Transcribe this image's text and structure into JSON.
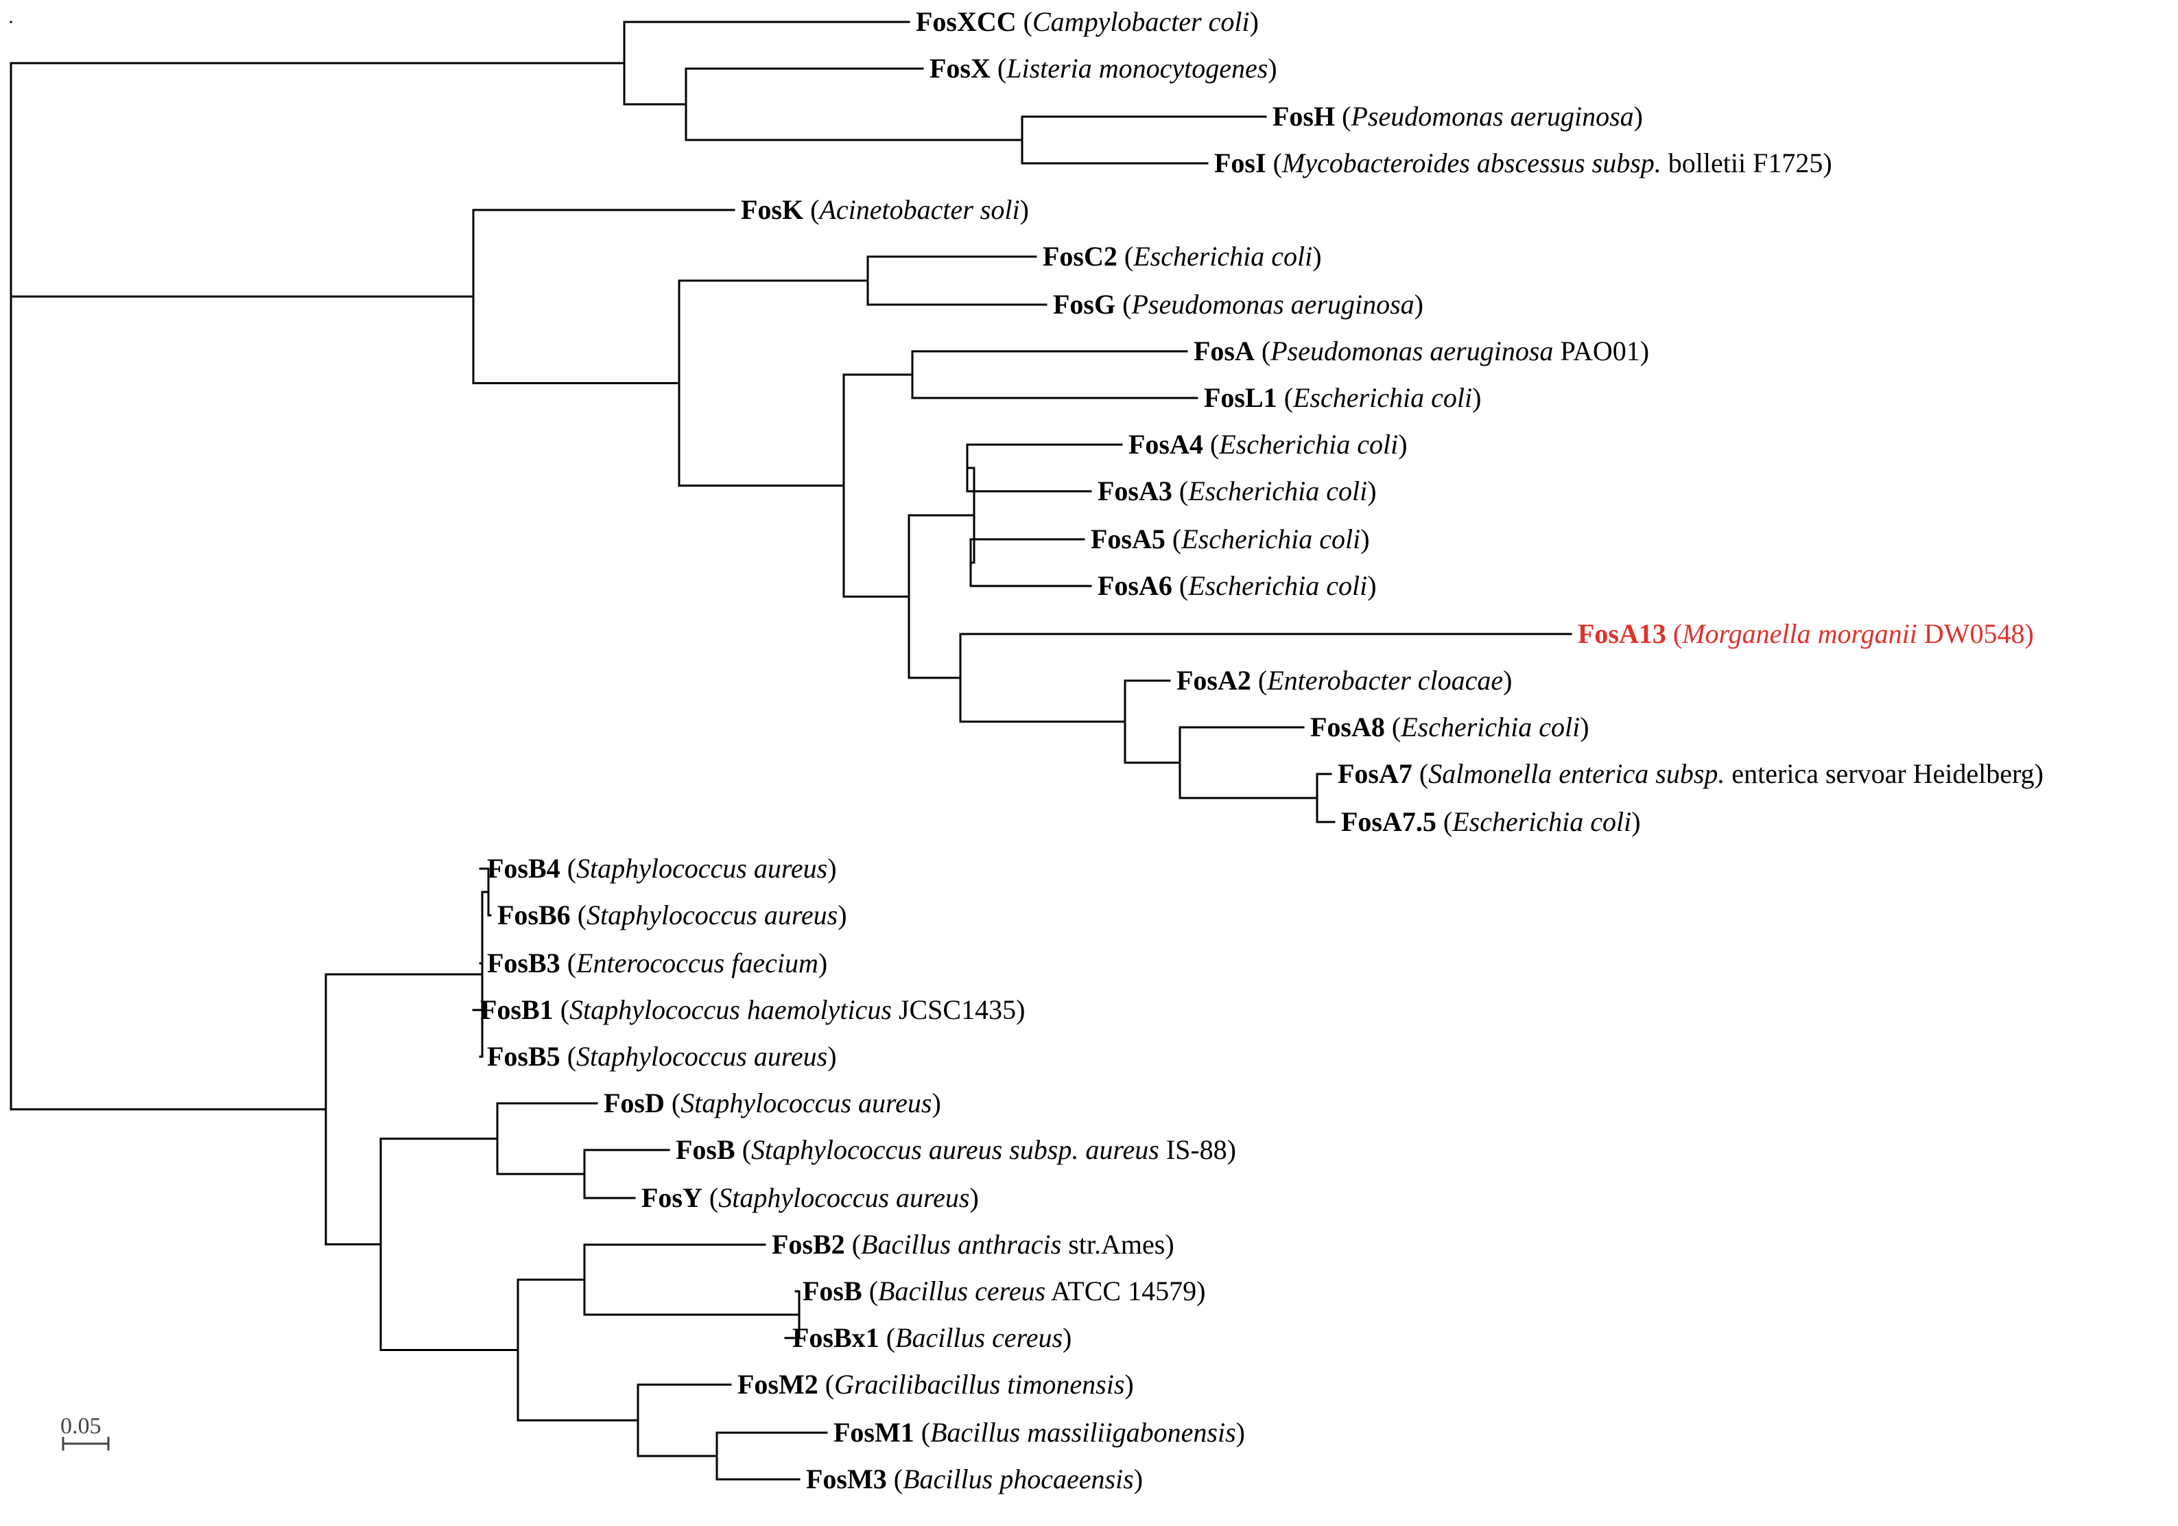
{
  "highlight_color": "#e0312b",
  "leaves": [
    {
      "id": "FosXCC",
      "gene": "FosXCC",
      "parts": [
        {
          "t": "Campylobacter coli",
          "i": true
        }
      ]
    },
    {
      "id": "FosX",
      "gene": "FosX",
      "parts": [
        {
          "t": "Listeria monocytogenes",
          "i": true
        }
      ]
    },
    {
      "id": "FosH",
      "gene": "FosH",
      "parts": [
        {
          "t": "Pseudomonas aeruginosa",
          "i": true
        }
      ]
    },
    {
      "id": "FosI",
      "gene": "FosI",
      "parts": [
        {
          "t": "Mycobacteroides abscessus subsp.",
          "i": true
        },
        {
          "t": " bolletii F1725",
          "i": false
        }
      ]
    },
    {
      "id": "FosK",
      "gene": "FosK",
      "parts": [
        {
          "t": "Acinetobacter soli",
          "i": true
        }
      ]
    },
    {
      "id": "FosC2",
      "gene": "FosC2",
      "parts": [
        {
          "t": "Escherichia coli",
          "i": true
        }
      ]
    },
    {
      "id": "FosG",
      "gene": "FosG",
      "parts": [
        {
          "t": "Pseudomonas aeruginosa",
          "i": true
        }
      ]
    },
    {
      "id": "FosA",
      "gene": "FosA",
      "parts": [
        {
          "t": "Pseudomonas aeruginosa",
          "i": true
        },
        {
          "t": " PAO01",
          "i": false
        }
      ]
    },
    {
      "id": "FosL1",
      "gene": "FosL1",
      "parts": [
        {
          "t": "Escherichia coli",
          "i": true
        }
      ]
    },
    {
      "id": "FosA4",
      "gene": "FosA4",
      "parts": [
        {
          "t": "Escherichia coli",
          "i": true
        }
      ]
    },
    {
      "id": "FosA3",
      "gene": "FosA3",
      "parts": [
        {
          "t": "Escherichia coli",
          "i": true
        }
      ]
    },
    {
      "id": "FosA5",
      "gene": "FosA5",
      "parts": [
        {
          "t": "Escherichia coli",
          "i": true
        }
      ]
    },
    {
      "id": "FosA6",
      "gene": "FosA6",
      "parts": [
        {
          "t": "Escherichia coli",
          "i": true
        }
      ]
    },
    {
      "id": "FosA13",
      "gene": "FosA13",
      "highlight": true,
      "parts": [
        {
          "t": "Morganella morganii",
          "i": true
        },
        {
          "t": " DW0548",
          "i": false
        }
      ]
    },
    {
      "id": "FosA2",
      "gene": "FosA2",
      "parts": [
        {
          "t": "Enterobacter cloacae",
          "i": true
        }
      ]
    },
    {
      "id": "FosA8",
      "gene": "FosA8",
      "parts": [
        {
          "t": "Escherichia coli",
          "i": true
        }
      ]
    },
    {
      "id": "FosA7",
      "gene": "FosA7",
      "parts": [
        {
          "t": "Salmonella enterica subsp.",
          "i": true
        },
        {
          "t": " enterica servoar Heidelberg",
          "i": false
        }
      ]
    },
    {
      "id": "FosA7_5",
      "gene": "FosA7.5",
      "parts": [
        {
          "t": "Escherichia coli",
          "i": true
        }
      ]
    },
    {
      "id": "FosB4",
      "gene": "FosB4",
      "parts": [
        {
          "t": "Staphylococcus aureus",
          "i": true
        }
      ]
    },
    {
      "id": "FosB6",
      "gene": "FosB6",
      "parts": [
        {
          "t": "Staphylococcus aureus",
          "i": true
        }
      ]
    },
    {
      "id": "FosB3",
      "gene": "FosB3",
      "parts": [
        {
          "t": "Enterococcus faecium",
          "i": true
        }
      ]
    },
    {
      "id": "FosB1",
      "gene": "FosB1",
      "parts": [
        {
          "t": "Staphylococcus haemolyticus",
          "i": true
        },
        {
          "t": " JCSC1435",
          "i": false
        }
      ]
    },
    {
      "id": "FosB5",
      "gene": "FosB5",
      "parts": [
        {
          "t": "Staphylococcus aureus",
          "i": true
        }
      ]
    },
    {
      "id": "FosD",
      "gene": "FosD",
      "parts": [
        {
          "t": "Staphylococcus aureus",
          "i": true
        }
      ]
    },
    {
      "id": "FosB_Sa",
      "gene": "FosB",
      "parts": [
        {
          "t": "Staphylococcus aureus subsp. aureus",
          "i": true
        },
        {
          "t": " IS-88",
          "i": false
        }
      ]
    },
    {
      "id": "FosY",
      "gene": "FosY",
      "parts": [
        {
          "t": "Staphylococcus aureus",
          "i": true
        }
      ]
    },
    {
      "id": "FosB2",
      "gene": "FosB2",
      "parts": [
        {
          "t": "Bacillus anthracis",
          "i": true
        },
        {
          "t": " str.Ames",
          "i": false
        }
      ]
    },
    {
      "id": "FosB_Bc",
      "gene": "FosB",
      "parts": [
        {
          "t": "Bacillus cereus",
          "i": true
        },
        {
          "t": " ATCC 14579",
          "i": false
        }
      ]
    },
    {
      "id": "FosBx1",
      "gene": "FosBx1",
      "parts": [
        {
          "t": "Bacillus cereus",
          "i": true
        }
      ]
    },
    {
      "id": "FosM2",
      "gene": "FosM2",
      "parts": [
        {
          "t": "Gracilibacillus timonensis",
          "i": true
        }
      ]
    },
    {
      "id": "FosM1",
      "gene": "FosM1",
      "parts": [
        {
          "t": "Bacillus massiliigabonensis",
          "i": true
        }
      ]
    },
    {
      "id": "FosM3",
      "gene": "FosM3",
      "parts": [
        {
          "t": "Bacillus phocaeensis",
          "i": true
        }
      ]
    }
  ],
  "scale_bar": {
    "label": "0.05"
  }
}
